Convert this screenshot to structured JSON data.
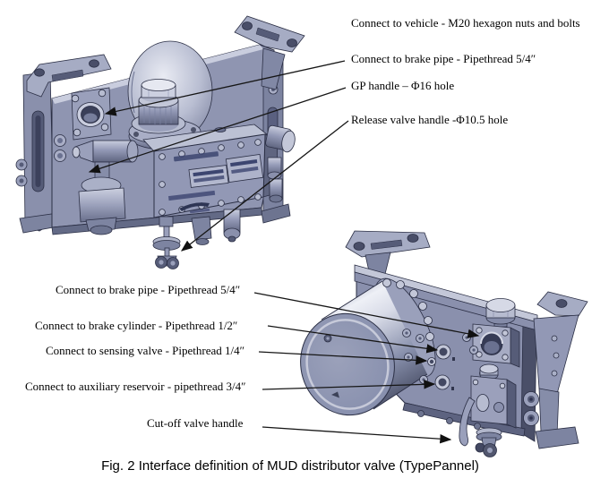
{
  "figure": {
    "caption": "Fig. 2 Interface definition of MUD distributor valve (TypePannel)"
  },
  "top_view": {
    "labels": [
      "Connect to vehicle - M20 hexagon nuts and bolts",
      "Connect to brake pipe - Pipethread 5/4″",
      "GP handle – Φ16 hole",
      "Release valve handle -Φ10.5 hole"
    ]
  },
  "bottom_view": {
    "labels": [
      "Connect to brake pipe - Pipethread 5/4″",
      "Connect to brake cylinder - Pipethread 1/2″",
      "Connect to sensing valve - Pipethread 1/4″",
      "Connect to auxiliary reservoir - pipethread 3/4″",
      "Cut-off valve handle"
    ]
  },
  "palette": {
    "metal_light": "#d6d9e6",
    "metal_mid": "#9298b5",
    "metal_dark": "#5c6178",
    "outline": "#2b2f45",
    "leader_line": "#161616",
    "background": "#ffffff",
    "text": "#000000"
  }
}
